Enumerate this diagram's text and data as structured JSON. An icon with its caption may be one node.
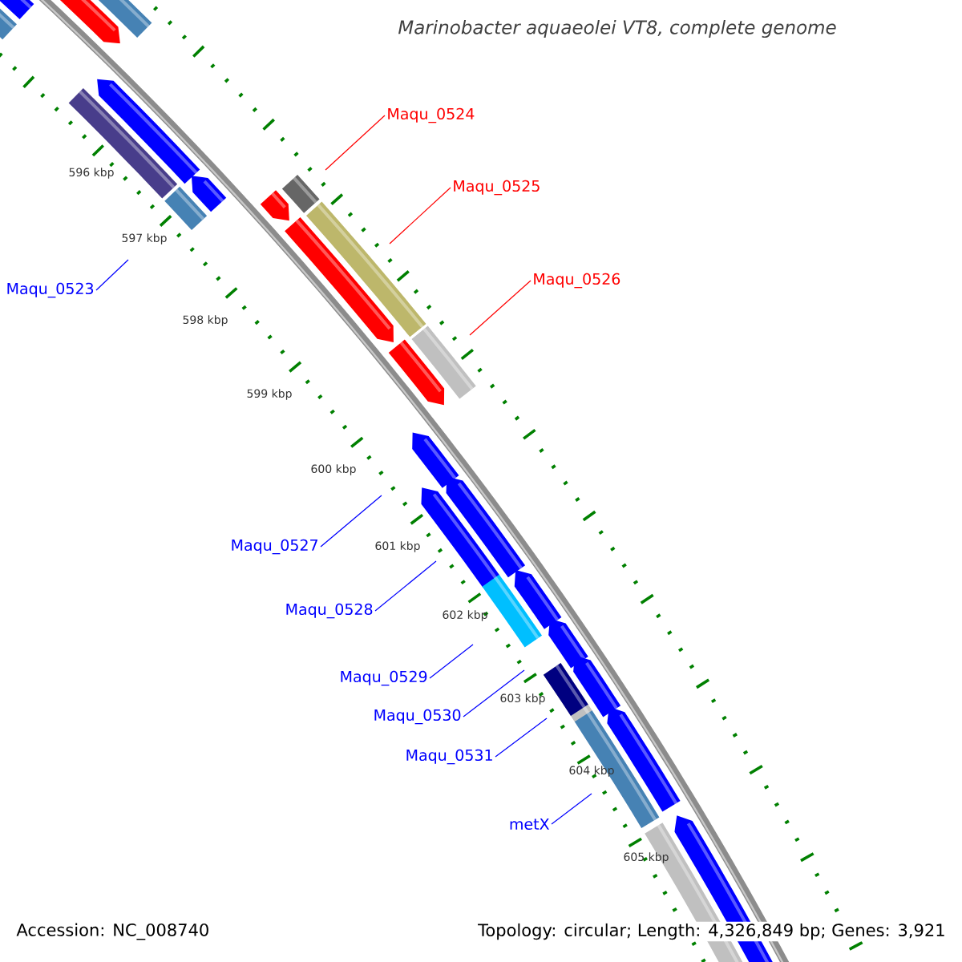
{
  "diagram": {
    "title": "Marinobacter aquaeolei VT8, complete genome",
    "nodes": [
      {
        "text": [
          "Maqu_0524"
        ]
      },
      {
        "text": [
          "Maqu_0525"
        ]
      },
      {
        "text": [
          "Maqu_0526"
        ]
      },
      {
        "text": [
          "Maqu_0523"
        ]
      },
      {
        "text": [
          "Maqu_0527"
        ]
      },
      {
        "text": [
          "Maqu_0528"
        ]
      },
      {
        "text": [
          "Maqu_0529"
        ]
      },
      {
        "text": [
          "Maqu_0530"
        ]
      },
      {
        "text": [
          "Maqu_0531"
        ]
      },
      {
        "text": [
          "metX"
        ]
      }
    ],
    "edges": [
      {
        "from": 0,
        "to": null,
        "arrow": "none",
        "color": "#ff0000"
      },
      {
        "from": 1,
        "to": null,
        "arrow": "none",
        "color": "#ff0000"
      },
      {
        "from": 2,
        "to": null,
        "arrow": "none",
        "color": "#ff0000"
      },
      {
        "from": 3,
        "to": null,
        "arrow": "none"
      },
      {
        "from": 4,
        "to": null,
        "arrow": "none"
      },
      {
        "from": 5,
        "to": null,
        "arrow": "none"
      },
      {
        "from": 6,
        "to": null,
        "arrow": "none"
      },
      {
        "from": 7,
        "to": null,
        "arrow": "none"
      },
      {
        "from": 8,
        "to": null,
        "arrow": "none"
      },
      {
        "from": 9,
        "to": null,
        "arrow": "none"
      }
    ],
    "labels": [
      "596 kbp",
      "597 kbp",
      "598 kbp",
      "599 kbp",
      "600 kbp",
      "601 kbp",
      "602 kbp",
      "603 kbp",
      "604 kbp",
      "605 kbp",
      "Accession: NC_008740",
      "Topology: circular; Length: 4,326,849 bp; Genes: 3,921"
    ]
  }
}
